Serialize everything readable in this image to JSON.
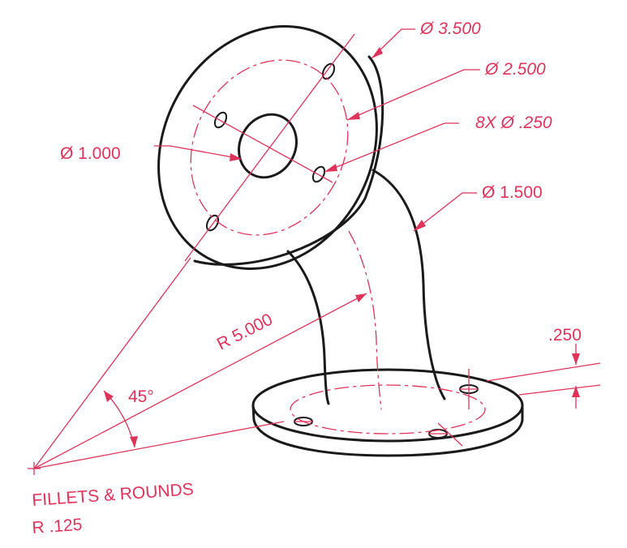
{
  "labels": {
    "flange_od": "Ø 3.500",
    "bolt_circle": "Ø 2.500",
    "holes": "8X Ø .250",
    "bore": "Ø 1.000",
    "pipe_od": "Ø 1.500",
    "bend_radius": "R 5.000",
    "thickness": ".250",
    "angle": "45°",
    "fillets_line1": "FILLETS & ROUNDS",
    "fillets_line2": "R .125"
  },
  "colors": {
    "ink": "#1a1a1a",
    "dimension": "#e0335a"
  }
}
